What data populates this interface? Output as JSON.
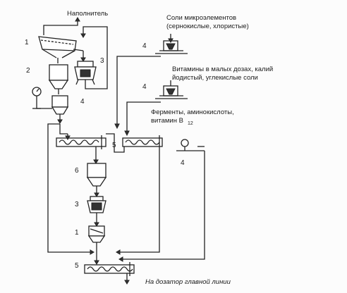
{
  "colors": {
    "ink": "#1a1a1a",
    "paper": "#fcfcfc"
  },
  "labels": {
    "filler": "Наполнитель",
    "salts_line1": "Соли микроэлементов",
    "salts_line2": "(сернокислые, хлористые)",
    "vitamins_line1": "Витамины в малых дозах, калий",
    "vitamins_line2": "йодистый,  углекислые соли",
    "enzymes_line1": "Ферменты, аминокислоты,",
    "enzymes_line2": "витамин B",
    "enzymes_sub": "12",
    "to_dispenser": "На дозатор главной линии"
  },
  "numbers": {
    "n1_top": "1",
    "n2": "2",
    "n3_top": "3",
    "n4_left": "4",
    "n4_salts": "4",
    "n4_vitamins": "4",
    "n4_right": "4",
    "n5_mid": "5",
    "n6": "6",
    "n3_bottom": "3",
    "n1_bottom": "1",
    "n5_bottom": "5"
  }
}
